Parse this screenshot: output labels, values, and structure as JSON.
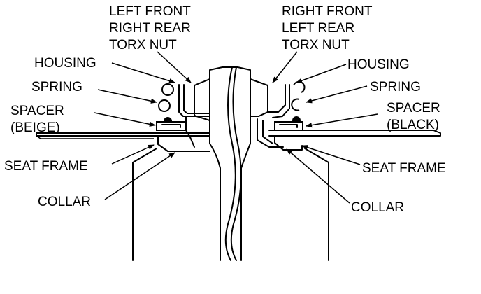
{
  "labels": {
    "left_top": [
      "LEFT FRONT",
      "RIGHT REAR",
      "TORX NUT"
    ],
    "right_top": [
      "RIGHT FRONT",
      "LEFT REAR",
      "TORX NUT"
    ],
    "housing_left": "HOUSING",
    "housing_right": "HOUSING",
    "spring_left": "SPRING",
    "spring_right": "SPRING",
    "spacer_left": [
      "SPACER",
      "(BEIGE)"
    ],
    "spacer_right": [
      "SPACER",
      "(BLACK)"
    ],
    "seat_frame_left": "SEAT FRAME",
    "seat_frame_right": "SEAT FRAME",
    "collar_left": "COLLAR",
    "collar_right": "COLLAR"
  }
}
